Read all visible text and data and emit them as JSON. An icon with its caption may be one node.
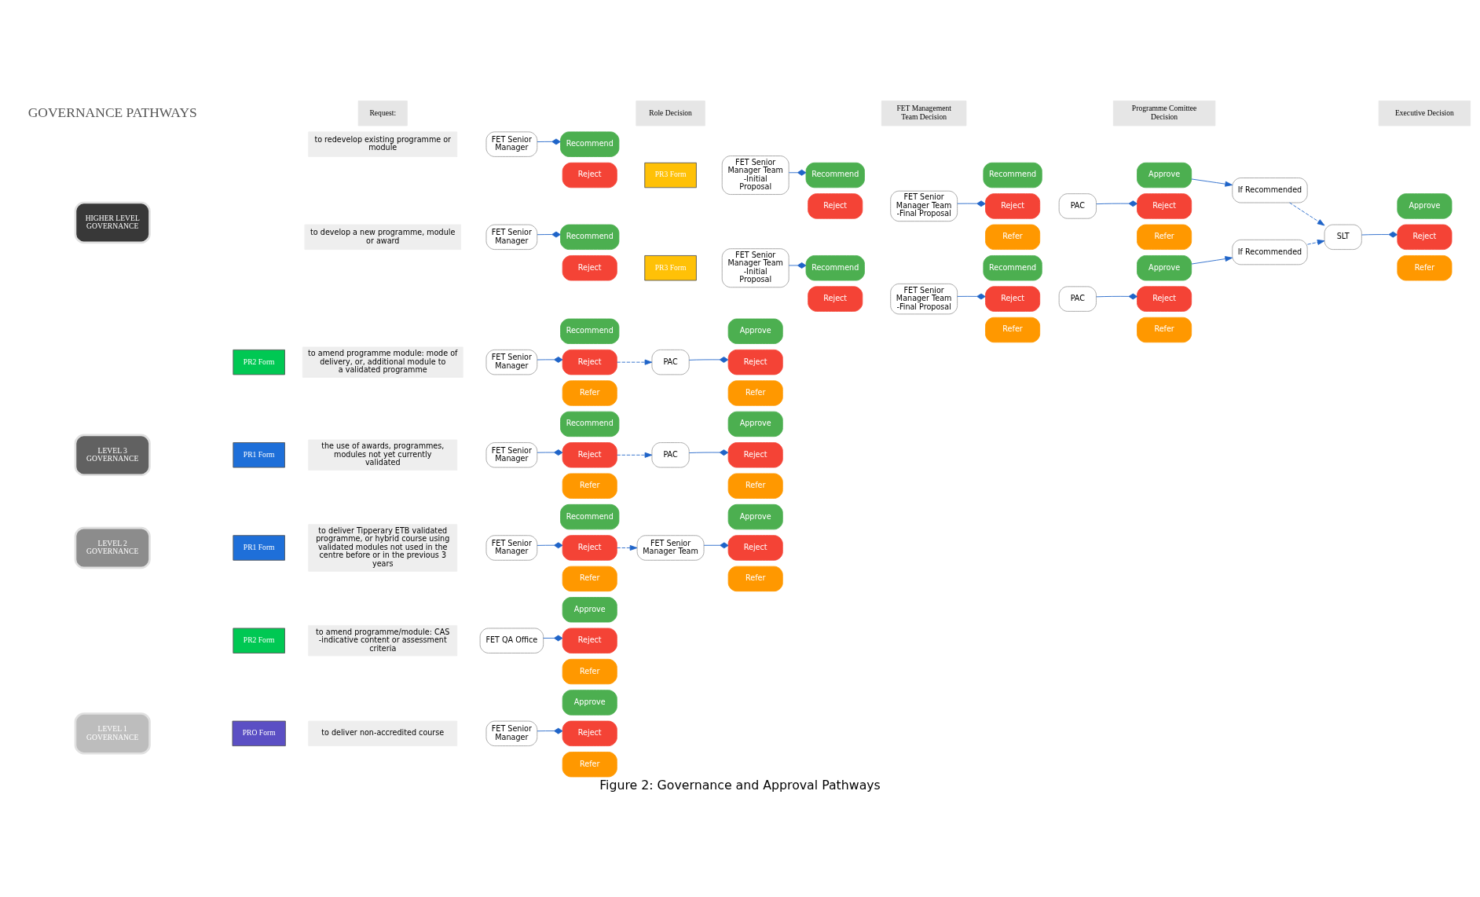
{
  "diagram": {
    "caption": "Figure 2: Governance and Approval Pathways",
    "nodes": [
      {
        "text": [
          "LEVEL 1 GOVERNANCE"
        ]
      },
      {
        "text": [
          "PRO Form"
        ]
      },
      {
        "text": [
          "to deliver non-accredited course"
        ]
      },
      {
        "text": [
          "FET Senior Manager"
        ]
      },
      {
        "text": [
          "Approve"
        ]
      },
      {
        "text": [
          "Reject"
        ]
      },
      {
        "text": [
          "Refer"
        ]
      },
      {
        "text": [
          "PR2 Form"
        ]
      },
      {
        "text": [
          "to amend programme/module: CAS -indicative content or assessment criteria"
        ]
      },
      {
        "text": [
          "FET QA Office"
        ]
      },
      {
        "text": [
          "Approve"
        ]
      },
      {
        "text": [
          "Reject"
        ]
      },
      {
        "text": [
          "Refer"
        ]
      },
      {
        "text": [
          "LEVEL 2 GOVERNANCE"
        ]
      },
      {
        "text": [
          "PR1 Form"
        ]
      },
      {
        "text": [
          "to deliver Tipperary ETB validated programme, or hybrid course using validated modules not used in the centre before or in the previous 3 years"
        ]
      },
      {
        "text": [
          "FET Senior Manager"
        ]
      },
      {
        "text": [
          "Recommend"
        ]
      },
      {
        "text": [
          "Reject"
        ]
      },
      {
        "text": [
          "Refer"
        ]
      },
      {
        "text": [
          "FET Senior Manager Team"
        ]
      },
      {
        "text": [
          "Approve"
        ]
      },
      {
        "text": [
          "Reject"
        ]
      },
      {
        "text": [
          "Refer"
        ]
      },
      {
        "text": [
          "LEVEL 3 GOVERNANCE"
        ]
      },
      {
        "text": [
          "PR1 Form"
        ]
      },
      {
        "text": [
          "the use of awards, programmes, modules not yet currently validated"
        ]
      },
      {
        "text": [
          "FET Senior Manager"
        ]
      },
      {
        "text": [
          "Recommend"
        ]
      },
      {
        "text": [
          "Reject"
        ]
      },
      {
        "text": [
          "Refer"
        ]
      },
      {
        "text": [
          "PAC"
        ]
      },
      {
        "text": [
          "Approve"
        ]
      },
      {
        "text": [
          "Reject"
        ]
      },
      {
        "text": [
          "Refer"
        ]
      },
      {
        "text": [
          "PR2 Form"
        ]
      },
      {
        "text": [
          "to amend programme module: mode of delivery, or, additional module to a validated programme"
        ]
      },
      {
        "text": [
          "FET Senior Manager"
        ]
      },
      {
        "text": [
          "Recommend"
        ]
      },
      {
        "text": [
          "Reject"
        ]
      },
      {
        "text": [
          "Refer"
        ]
      },
      {
        "text": [
          "PAC"
        ]
      },
      {
        "text": [
          "Approve"
        ]
      },
      {
        "text": [
          "Reject"
        ]
      },
      {
        "text": [
          "Refer"
        ]
      },
      {
        "text": [
          "to redevelop existing programme or module"
        ]
      },
      {
        "text": [
          "FET Senior Manager"
        ]
      },
      {
        "text": [
          "Recommend"
        ]
      },
      {
        "text": [
          "Reject"
        ]
      },
      {
        "text": [
          "PR3 Form"
        ]
      },
      {
        "text": [
          "FET Senior Manager Team -Initial Proposal"
        ]
      },
      {
        "text": [
          "Recommend"
        ]
      },
      {
        "text": [
          "Reject"
        ]
      },
      {
        "text": [
          "FET Senior Manager Team -Final Proposal"
        ]
      },
      {
        "text": [
          "Recommend"
        ]
      },
      {
        "text": [
          "Reject"
        ]
      },
      {
        "text": [
          "Refer"
        ]
      },
      {
        "text": [
          "PAC"
        ]
      },
      {
        "text": [
          "Approve"
        ]
      },
      {
        "text": [
          "Reject"
        ]
      },
      {
        "text": [
          "Refer"
        ]
      },
      {
        "text": [
          "If Recommended"
        ]
      },
      {
        "text": [
          "to develop a new programme, module or award"
        ]
      },
      {
        "text": [
          "FET Senior Manager"
        ]
      },
      {
        "text": [
          "Recommend"
        ]
      },
      {
        "text": [
          "Reject"
        ]
      },
      {
        "text": [
          "PR3 Form"
        ]
      },
      {
        "text": [
          "FET Senior Manager Team -Initial Proposal"
        ]
      },
      {
        "text": [
          "Recommend"
        ]
      },
      {
        "text": [
          "Reject"
        ]
      },
      {
        "text": [
          "FET Senior Manager Team -Final Proposal"
        ]
      },
      {
        "text": [
          "Recommend"
        ]
      },
      {
        "text": [
          "Reject"
        ]
      },
      {
        "text": [
          "Refer"
        ]
      },
      {
        "text": [
          "PAC"
        ]
      },
      {
        "text": [
          "Approve"
        ]
      },
      {
        "text": [
          "Reject"
        ]
      },
      {
        "text": [
          "Refer"
        ]
      },
      {
        "text": [
          "If Recommended"
        ]
      },
      {
        "text": [
          "HIGHER LEVEL GOVERNANCE"
        ]
      },
      {
        "text": [
          "SLT"
        ]
      },
      {
        "text": [
          "Approve"
        ]
      },
      {
        "text": [
          "Reject"
        ]
      },
      {
        "text": [
          "Refer"
        ]
      }
    ],
    "edges": [
      {
        "from": 3,
        "to": 5,
        "arrow": "other"
      },
      {
        "from": 9,
        "to": 11,
        "arrow": "other"
      },
      {
        "from": 16,
        "to": 18,
        "arrow": "other"
      },
      {
        "from": 18,
        "to": 20,
        "arrow": "to",
        "style": "dashed"
      },
      {
        "from": 20,
        "to": 22,
        "arrow": "other"
      },
      {
        "from": 27,
        "to": 29,
        "arrow": "other"
      },
      {
        "from": 29,
        "to": 31,
        "arrow": "to",
        "style": "dashed"
      },
      {
        "from": 31,
        "to": 33,
        "arrow": "other"
      },
      {
        "from": 37,
        "to": 39,
        "arrow": "other"
      },
      {
        "from": 39,
        "to": 41,
        "arrow": "to",
        "style": "dashed"
      },
      {
        "from": 41,
        "to": 43,
        "arrow": "other"
      },
      {
        "from": 46,
        "to": 47,
        "arrow": "other"
      },
      {
        "from": 50,
        "to": 51,
        "arrow": "other"
      },
      {
        "from": 53,
        "to": 55,
        "arrow": "other"
      },
      {
        "from": 57,
        "to": 59,
        "arrow": "other"
      },
      {
        "from": 58,
        "to": 61,
        "arrow": "to"
      },
      {
        "from": 63,
        "to": 64,
        "arrow": "other"
      },
      {
        "from": 67,
        "to": 68,
        "arrow": "other"
      },
      {
        "from": 70,
        "to": 72,
        "arrow": "other"
      },
      {
        "from": 74,
        "to": 76,
        "arrow": "other"
      },
      {
        "from": 75,
        "to": 78,
        "arrow": "to"
      },
      {
        "from": 61,
        "to": 80,
        "arrow": "to",
        "style": "dashed"
      },
      {
        "from": 78,
        "to": 80,
        "arrow": "to",
        "style": "dashed"
      },
      {
        "from": 80,
        "to": 82,
        "arrow": "other"
      }
    ],
    "labels": [
      "Request:",
      "Role Decision",
      "FET Management Team Decision",
      "Programme Comittee Decision",
      "Executive Decision",
      "GOVERNANCE PATHWAYS"
    ]
  }
}
